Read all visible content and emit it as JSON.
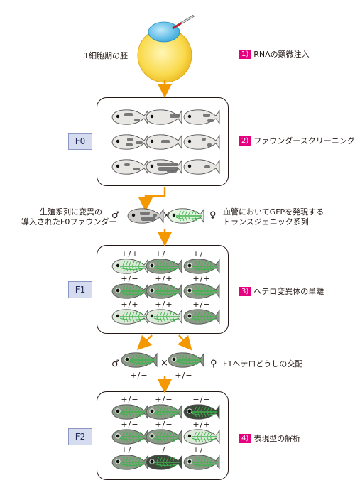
{
  "labels": {
    "embryo": "1細胞期の胚",
    "male_symbol": "♂",
    "female_symbol": "♀",
    "cross_symbol": "×",
    "f0_founder_line1": "生殖系列に変異の",
    "f0_founder_line2": "導入されたF0ファウンダー",
    "transgenic_line1": "血管においてGFPを発現する",
    "transgenic_line2": "トランスジェニック系列",
    "f1_cross": "F1ヘテロどうしの交配",
    "parent1_genotype": "+/−",
    "parent2_genotype": "+/−"
  },
  "steps": [
    {
      "num": "1)",
      "text": "RNAの顕微注入"
    },
    {
      "num": "2)",
      "text": "ファウンダースクリーニング"
    },
    {
      "num": "3)",
      "text": "ヘテロ変異体の単離"
    },
    {
      "num": "4)",
      "text": "表現型の解析"
    }
  ],
  "generations": {
    "f0": "F0",
    "f1": "F1",
    "f2": "F2"
  },
  "f1_genotypes": [
    "+/+",
    "+/−",
    "+/−",
    "+/−",
    "+/+",
    "+/+",
    "+/+",
    "+/+",
    "+/−"
  ],
  "f2_genotypes": [
    "+/−",
    "+/−",
    "−/−",
    "+/−",
    "+/−",
    "+/+",
    "+/−",
    "−/−",
    "+/−"
  ],
  "colors": {
    "arrow": "#f39800",
    "step_badge": "#e4007f",
    "gfp_green": "#3cb44b",
    "embryo_yolk": "#f9d94b",
    "embryo_cell": "#5bc0eb",
    "generation_box": "#d5dcef"
  }
}
